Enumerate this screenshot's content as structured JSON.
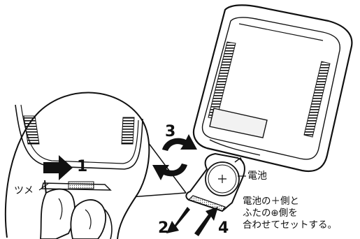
{
  "labels": {
    "step_1": "1",
    "step_2": "2",
    "step_3": "3",
    "step_4": "4",
    "claw": "ツメ",
    "battery": "電池",
    "instruction_lines": [
      "電池の＋側と",
      "ふたの⊕側を",
      "合わせてセットする。"
    ]
  },
  "colors": {
    "line": "#111111",
    "fill": "#ffffff",
    "screen": "#f2f2f2",
    "dots": "#777777"
  },
  "icons": [
    "remote-control",
    "battery-cover",
    "coin-battery",
    "rotate-arrows-icon",
    "arrow-right-icon",
    "arrow-down-icon",
    "arrow-up-icon",
    "hand"
  ]
}
